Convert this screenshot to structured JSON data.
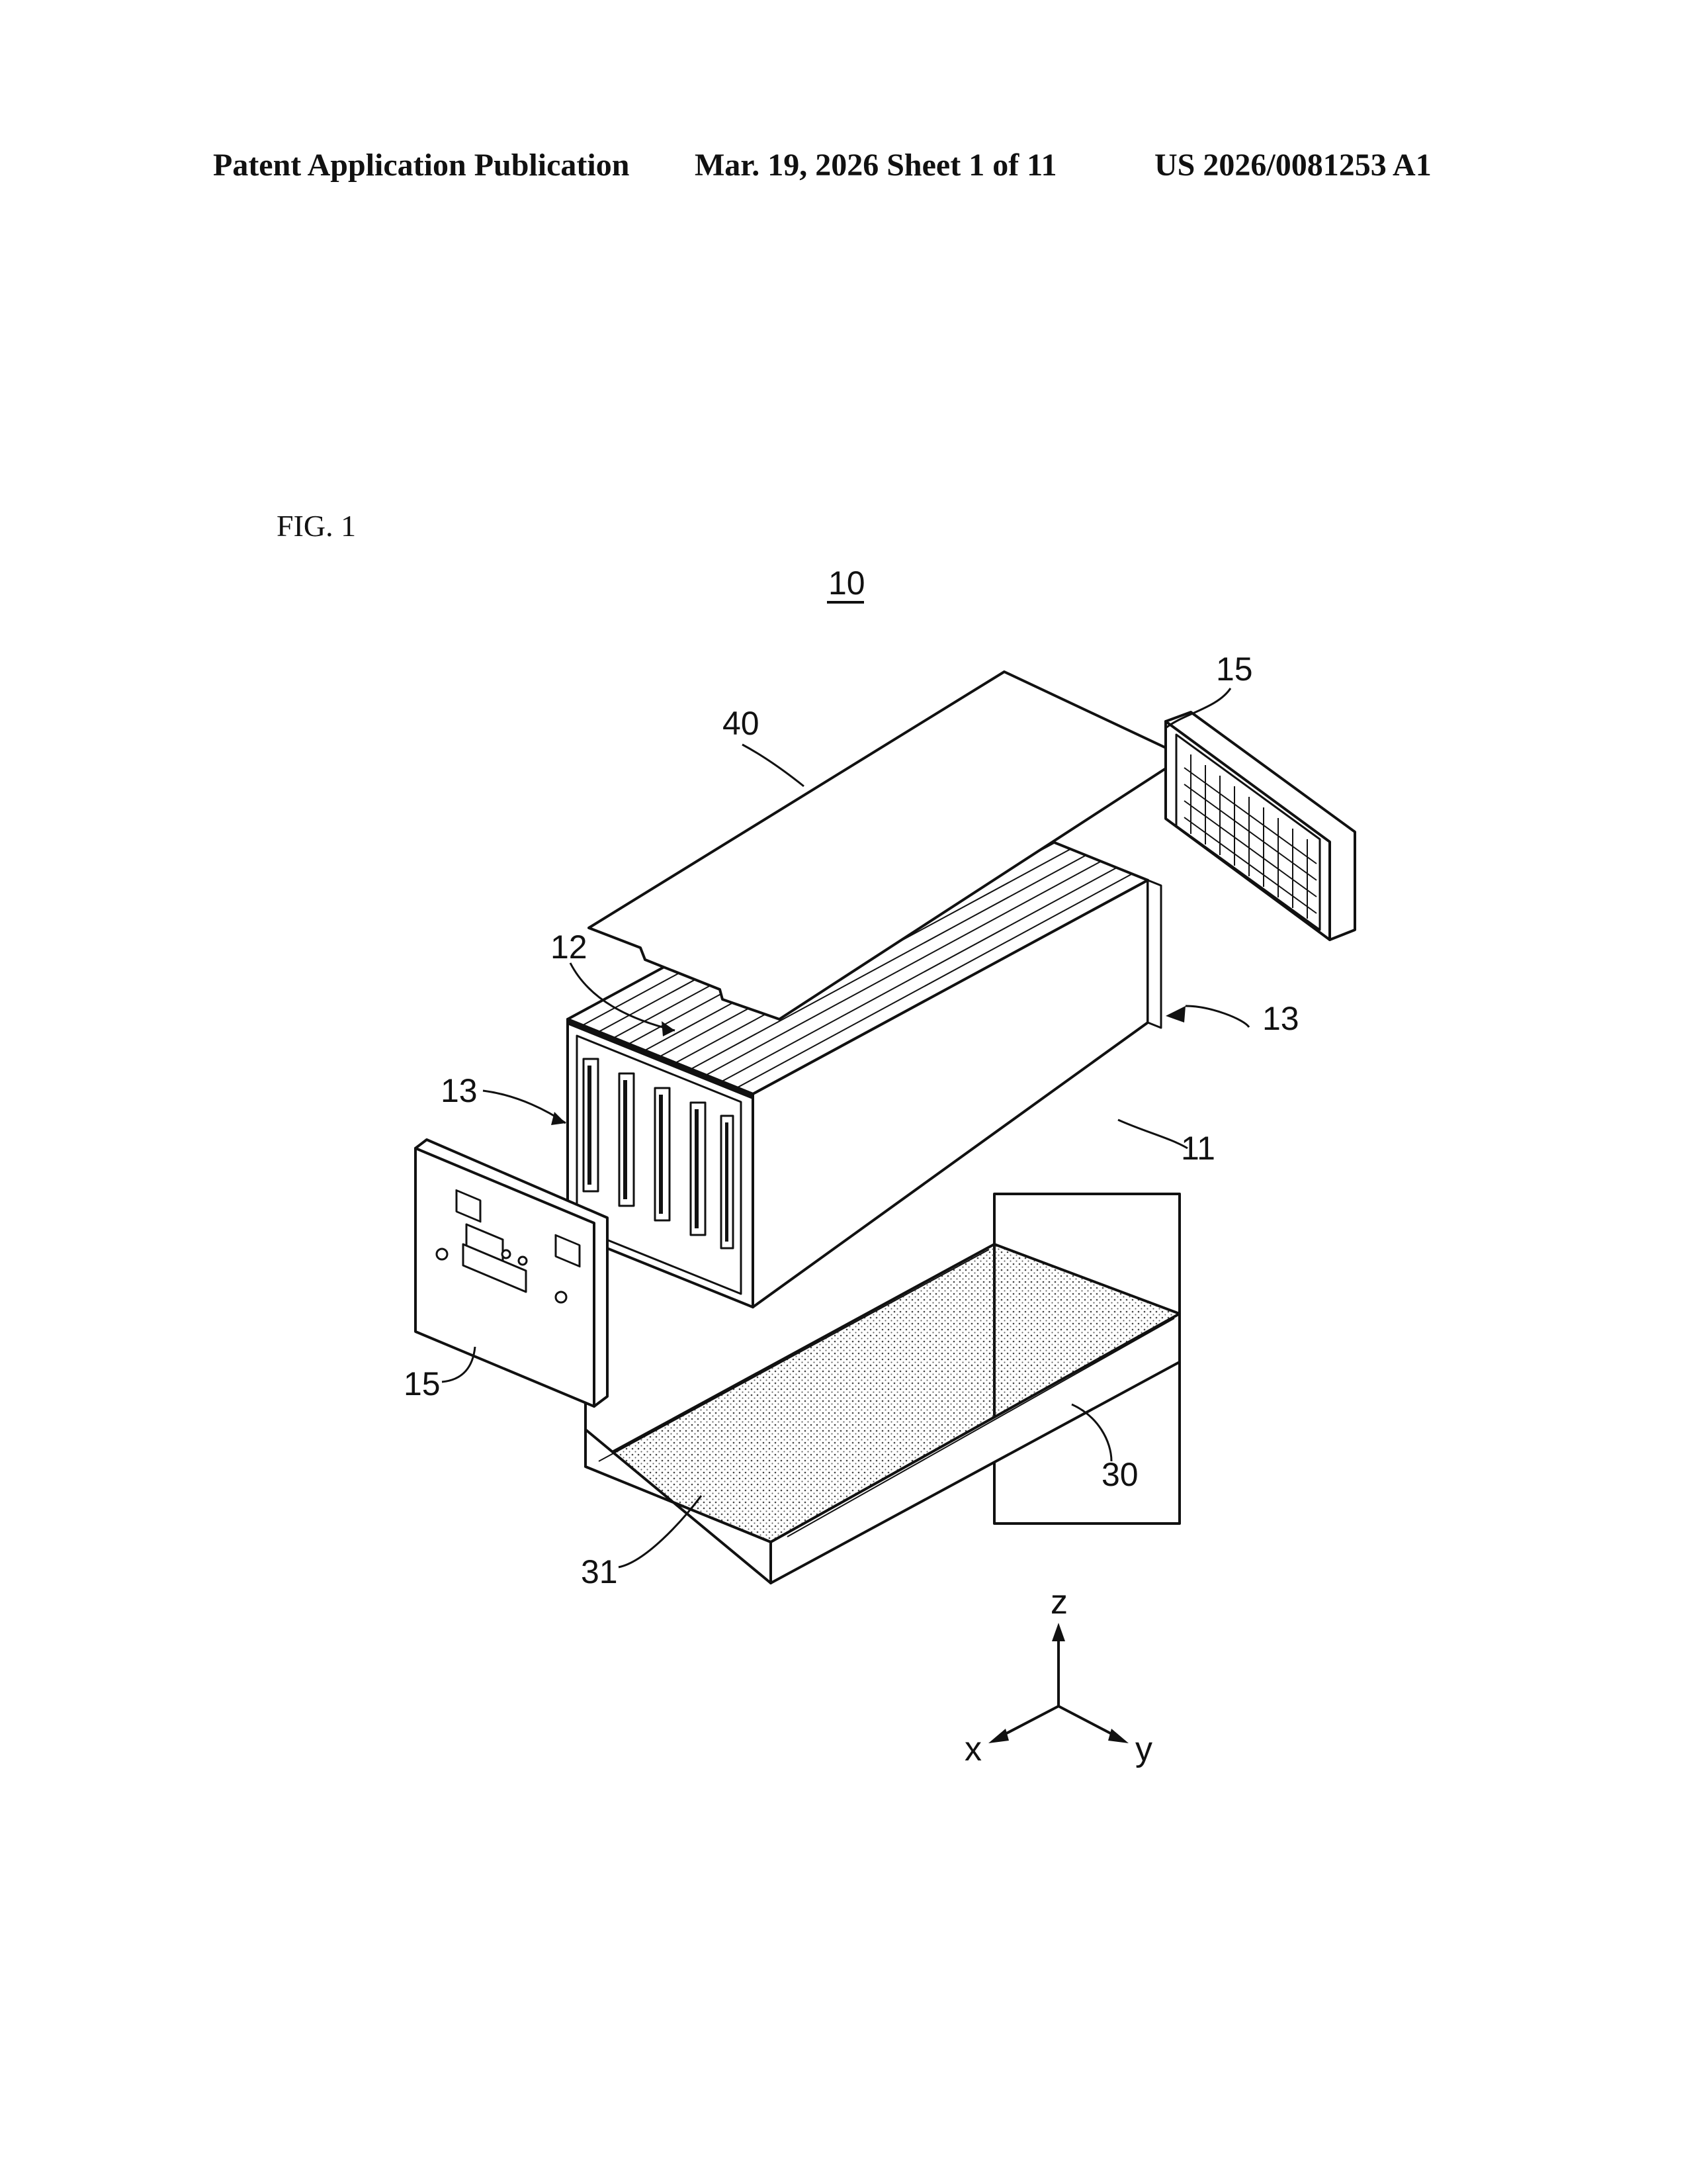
{
  "header": {
    "publication_type": "Patent Application Publication",
    "date_sheet": "Mar. 19, 2026  Sheet 1 of 11",
    "patent_number": "US 2026/0081253 A1"
  },
  "figure": {
    "label": "FIG. 1",
    "assembly_ref": "10",
    "refs": {
      "top_cover": "40",
      "end_plate_right": "15",
      "end_plate_left": "15",
      "cell_stack_top": "12",
      "busbar_left": "13",
      "busbar_right": "13",
      "cell_stack": "11",
      "housing": "30",
      "housing_floor": "31"
    },
    "axes": {
      "z": "z",
      "x": "x",
      "y": "y"
    }
  }
}
